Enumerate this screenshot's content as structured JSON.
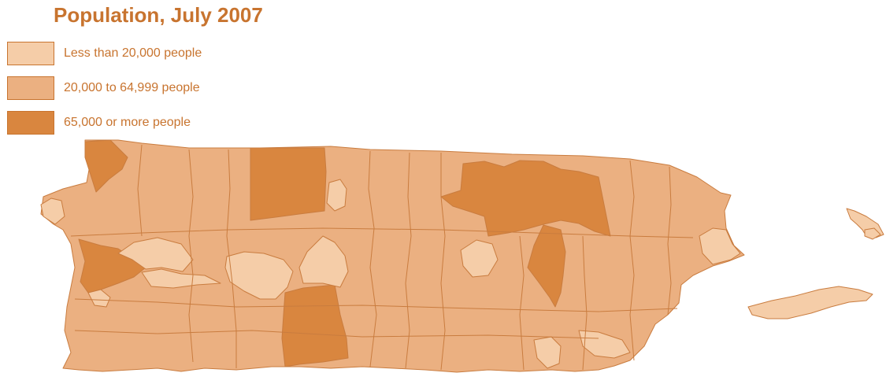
{
  "title": "Population, July 2007",
  "legend": [
    {
      "label": "Less than 20,000 people",
      "color": "#f5cda8"
    },
    {
      "label": "20,000 to 64,999 people",
      "color": "#ebb081"
    },
    {
      "label": "65,000 or more people",
      "color": "#d9863f"
    }
  ],
  "map": {
    "region": "Puerto Rico",
    "classes": [
      "low",
      "mid",
      "high"
    ]
  }
}
